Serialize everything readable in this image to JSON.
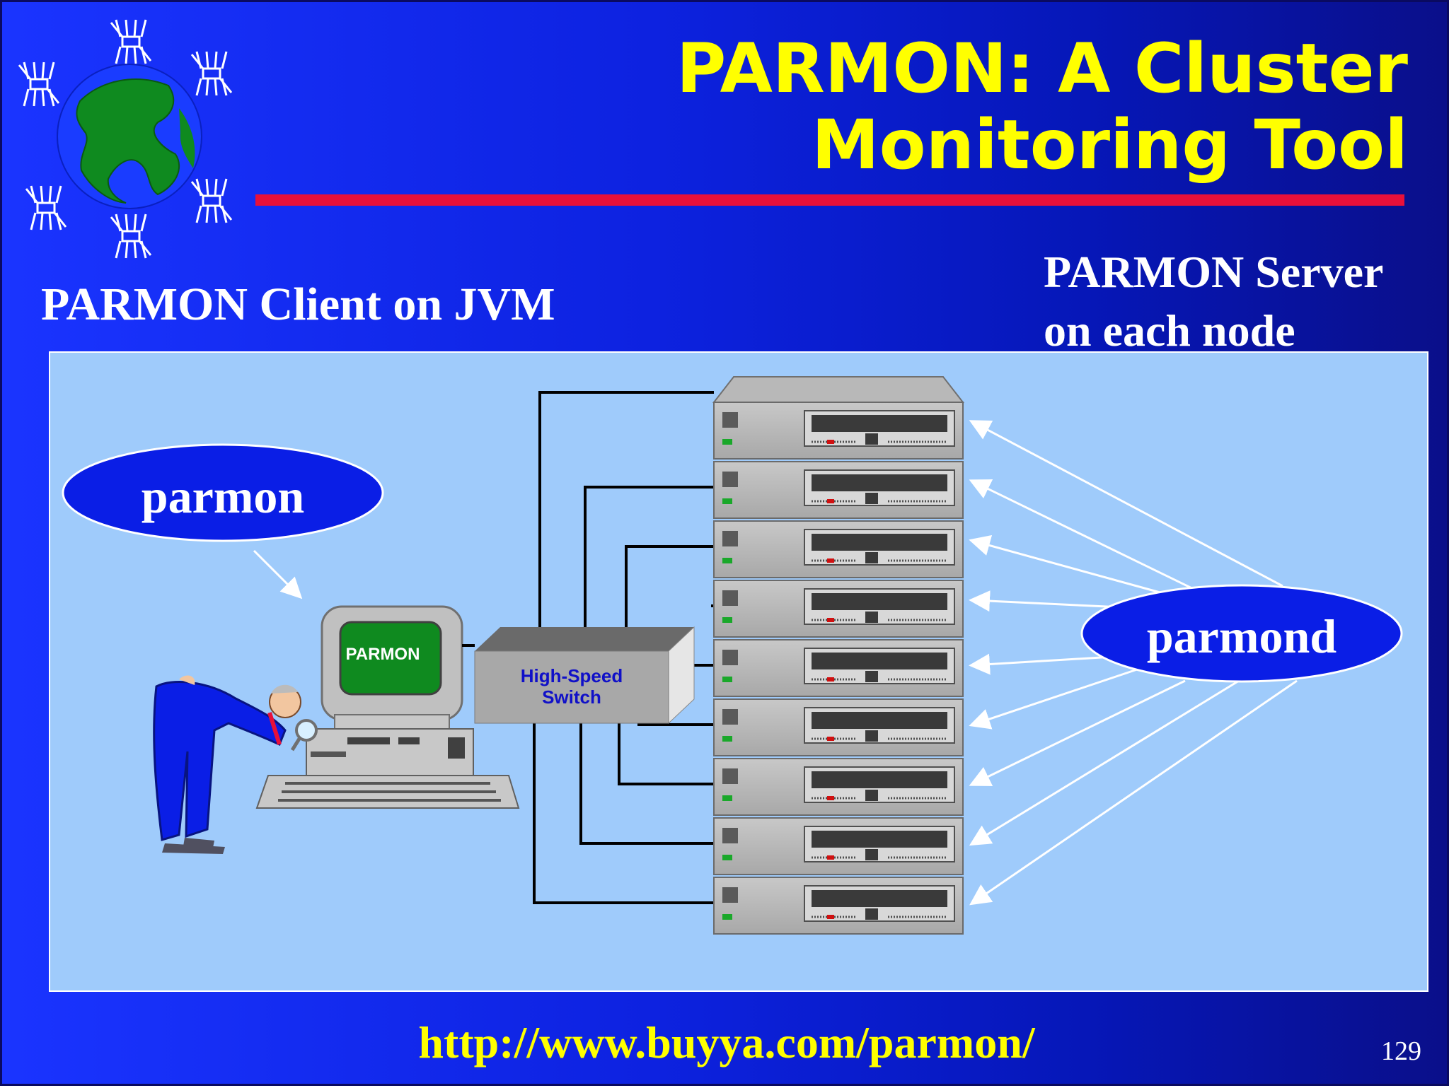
{
  "slide": {
    "title_line1": "PARMON: A Cluster",
    "title_line2": "Monitoring Tool",
    "client_label": "PARMON Client on JVM",
    "server_label_line1": "PARMON Server",
    "server_label_line2": "on each node",
    "url": "http://www.buyya.com/parmon/",
    "page_number": "129"
  },
  "diagram": {
    "client_bubble": "parmon",
    "server_bubble": "parmond",
    "monitor_text": "PARMON",
    "switch_line1": "High-Speed",
    "switch_line2": "Switch",
    "node_count": 9
  },
  "colors": {
    "title": "#ffff00",
    "rule": "#e8103a",
    "panel": "#9fcbfb",
    "bubble": "#0a1ee6",
    "switch_text": "#1010c8"
  }
}
